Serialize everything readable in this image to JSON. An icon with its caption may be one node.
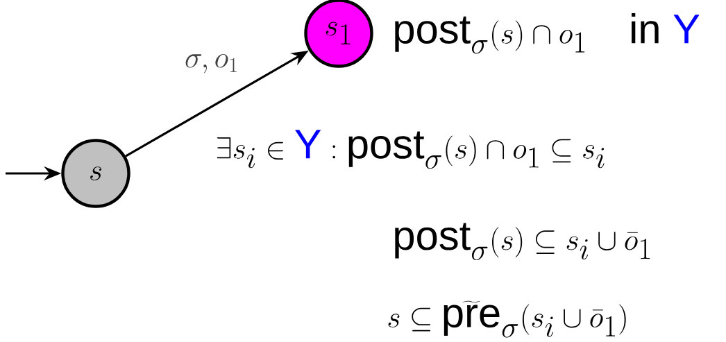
{
  "diagram": {
    "nodes": [
      {
        "text": [
          "s"
        ]
      },
      {
        "text": [
          "s_1"
        ]
      }
    ],
    "edges": [
      {
        "from": null,
        "to": 0,
        "arrow": "to"
      },
      {
        "from": 0,
        "to": 1,
        "arrow": "to",
        "label": "\\sigma, o_1"
      }
    ],
    "labels": [
      "\\mathsf{post}_\\sigma(s)\\cap o_1\\quad \\mathsf{in}\\ \\textcolor{blue}{\\mathsf{Y}}",
      "\\exists s_i \\in \\textcolor{blue}{\\mathsf{Y}} : \\mathsf{post}_\\sigma(s)\\cap o_1 \\subseteq s_i",
      "\\mathsf{post}_\\sigma(s) \\subseteq s_i \\cup \\bar{o}_1",
      "s \\subseteq \\widetilde{\\mathsf{pre}}_\\sigma(s_i \\cup \\bar{o}_1)"
    ]
  }
}
